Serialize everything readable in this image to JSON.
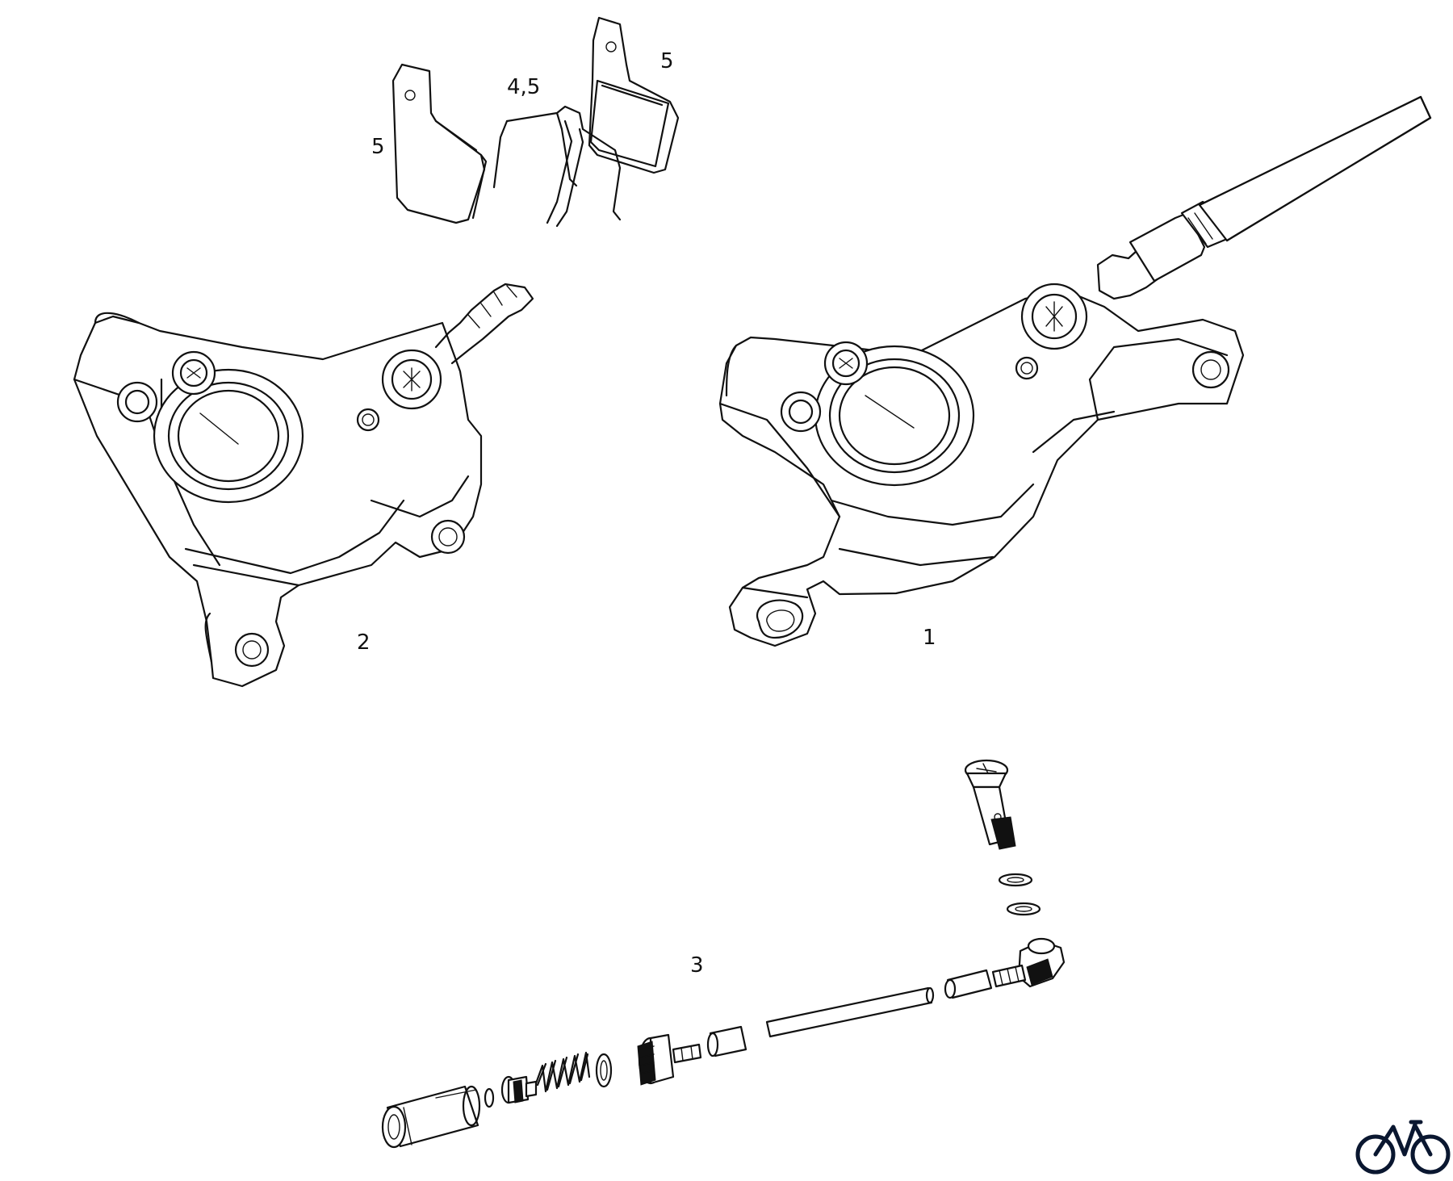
{
  "callouts": {
    "pad_left": "5",
    "pad_right": "5",
    "spring": "4,5",
    "caliper_left": "2",
    "caliper_right": "1",
    "hose_kit": "3"
  },
  "colors": {
    "line": "#111111",
    "background": "#ffffff",
    "logo": "#0a1730"
  },
  "logo": {
    "icon": "bicycle-icon"
  }
}
